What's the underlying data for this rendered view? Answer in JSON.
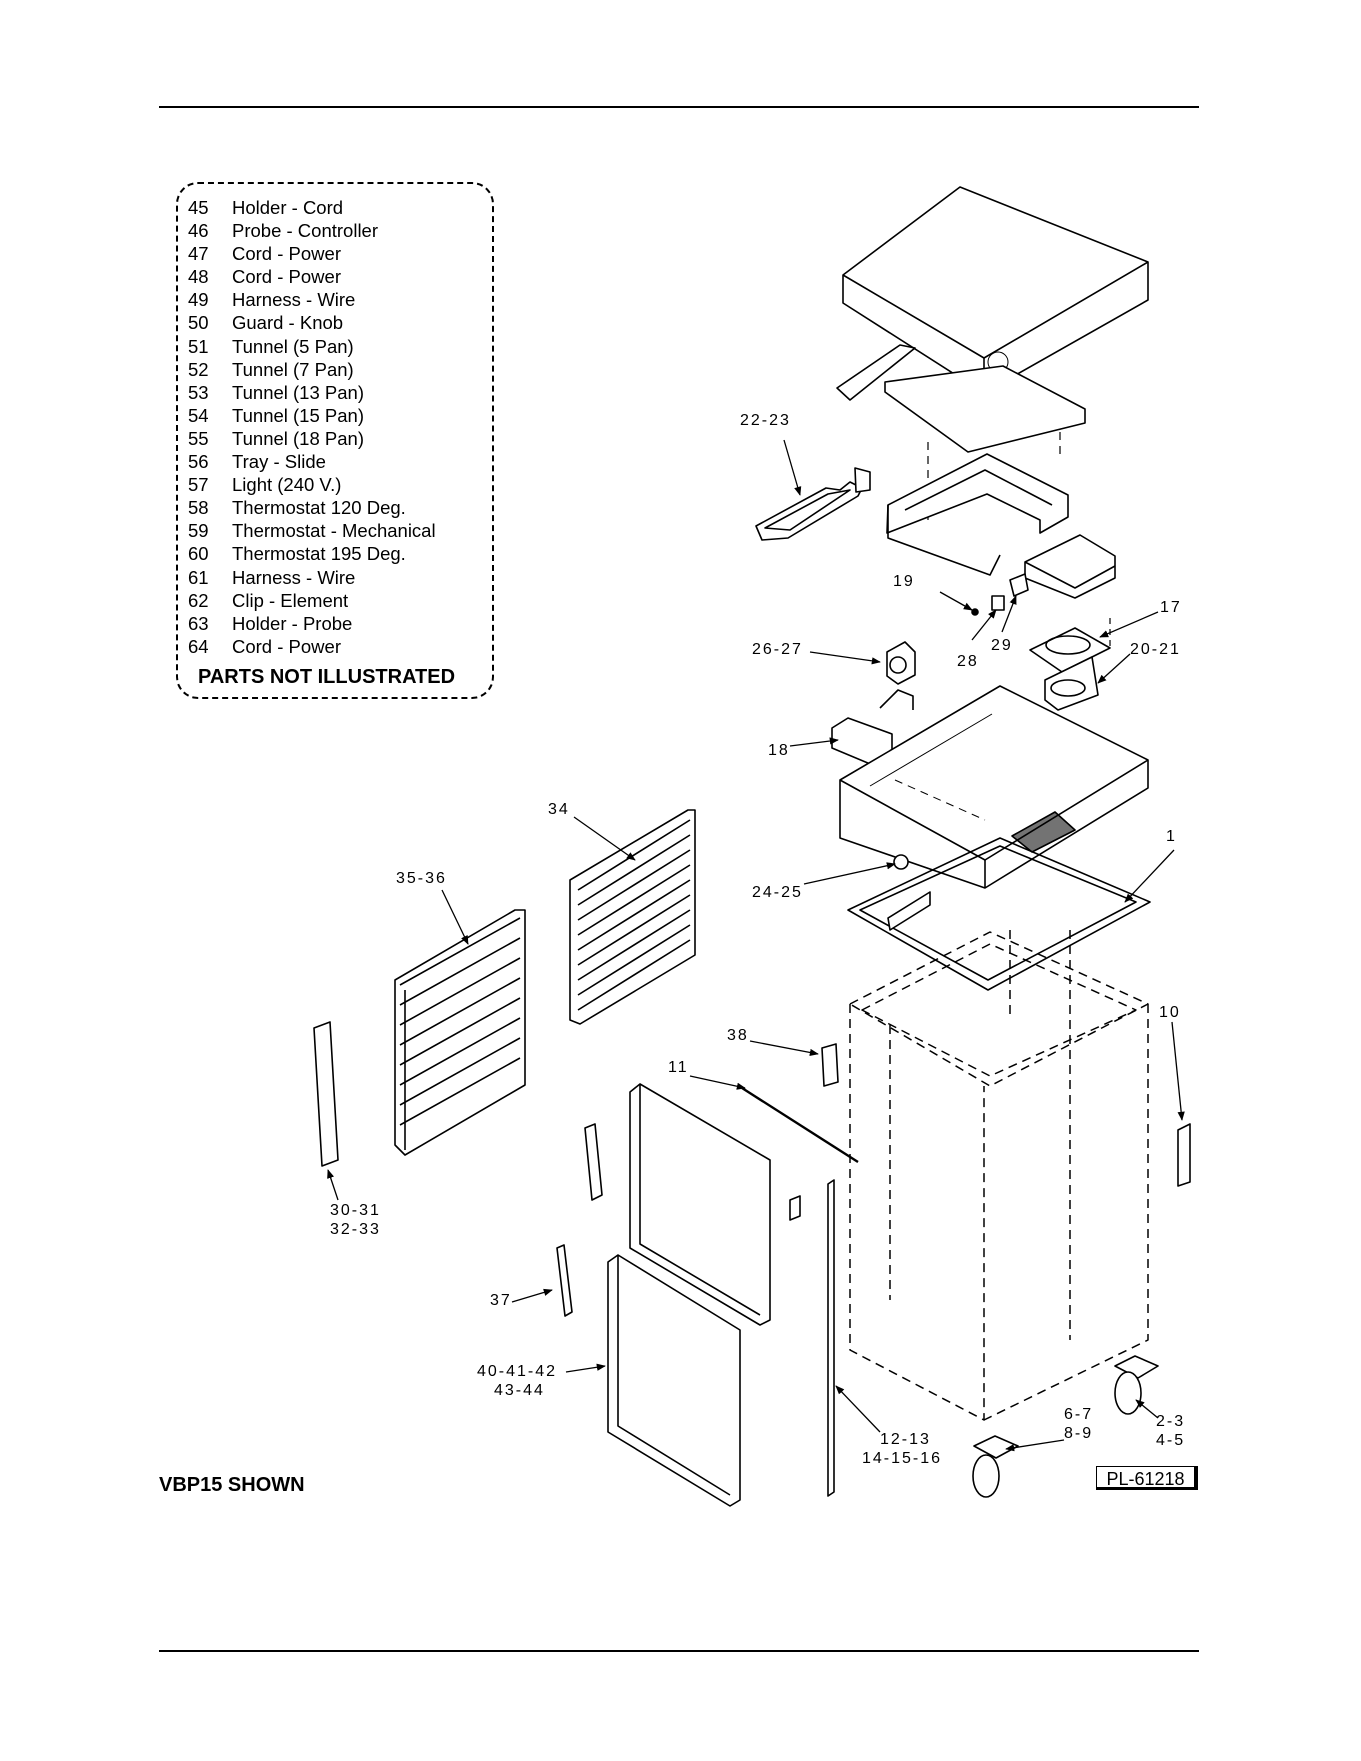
{
  "parts_not_illustrated": {
    "items": [
      {
        "number": "45",
        "name": "Holder - Cord"
      },
      {
        "number": "46",
        "name": "Probe - Controller"
      },
      {
        "number": "47",
        "name": "Cord - Power"
      },
      {
        "number": "48",
        "name": "Cord - Power"
      },
      {
        "number": "49",
        "name": "Harness - Wire"
      },
      {
        "number": "50",
        "name": "Guard - Knob"
      },
      {
        "number": "51",
        "name": "Tunnel (5 Pan)"
      },
      {
        "number": "52",
        "name": "Tunnel (7 Pan)"
      },
      {
        "number": "53",
        "name": "Tunnel (13 Pan)"
      },
      {
        "number": "54",
        "name": "Tunnel (15 Pan)"
      },
      {
        "number": "55",
        "name": "Tunnel (18 Pan)"
      },
      {
        "number": "56",
        "name": "Tray - Slide"
      },
      {
        "number": "57",
        "name": "Light (240 V.)"
      },
      {
        "number": "58",
        "name": "Thermostat 120 Deg."
      },
      {
        "number": "59",
        "name": "Thermostat - Mechanical"
      },
      {
        "number": "60",
        "name": "Thermostat 195 Deg."
      },
      {
        "number": "61",
        "name": "Harness - Wire"
      },
      {
        "number": "62",
        "name": "Clip - Element"
      },
      {
        "number": "63",
        "name": "Holder - Probe"
      },
      {
        "number": "64",
        "name": "Cord - Power"
      }
    ],
    "title": "PARTS NOT ILLUSTRATED"
  },
  "callouts": {
    "c22_23": "22-23",
    "c19": "19",
    "c17": "17",
    "c26_27": "26-27",
    "c28": "28",
    "c29": "29",
    "c20_21": "20-21",
    "c18": "18",
    "c34": "34",
    "c1": "1",
    "c35_36": "35-36",
    "c24_25": "24-25",
    "c10": "10",
    "c38": "38",
    "c11": "11",
    "c30_31": "30-31",
    "c32_33": "32-33",
    "c37": "37",
    "c40_41_42": "40-41-42",
    "c43_44": "43-44",
    "c6_7": "6-7",
    "c8_9": "8-9",
    "c2_3": "2-3",
    "c4_5": "4-5",
    "c12_13": "12-13",
    "c14_15_16": "14-15-16"
  },
  "model_note": "VBP15 SHOWN",
  "drawing_id": "PL-61218"
}
